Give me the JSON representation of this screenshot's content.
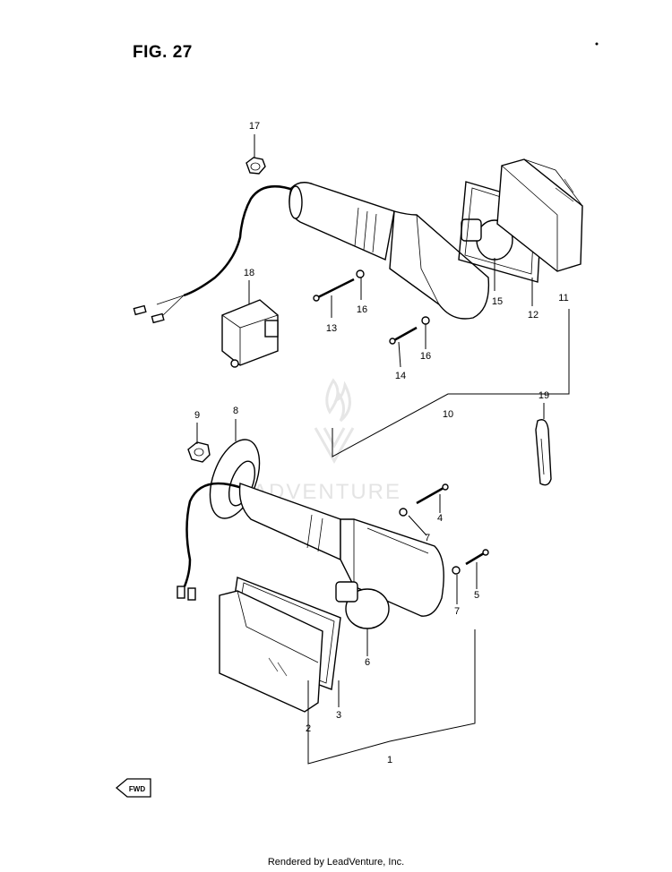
{
  "figure": {
    "title": "FIG. 27"
  },
  "watermark": {
    "text": "ADVENTURE"
  },
  "callouts": {
    "c1": "1",
    "c2": "2",
    "c3": "3",
    "c4": "4",
    "c5": "5",
    "c6": "6",
    "c7a": "7",
    "c7b": "7",
    "c8": "8",
    "c9": "9",
    "c10": "10",
    "c11": "11",
    "c12": "12",
    "c13": "13",
    "c14": "14",
    "c15": "15",
    "c16a": "16",
    "c16b": "16",
    "c17": "17",
    "c18": "18",
    "c19": "19"
  },
  "forward_arrow": {
    "label": "FWD"
  },
  "footer": {
    "text": "Rendered by LeadVenture, Inc."
  }
}
